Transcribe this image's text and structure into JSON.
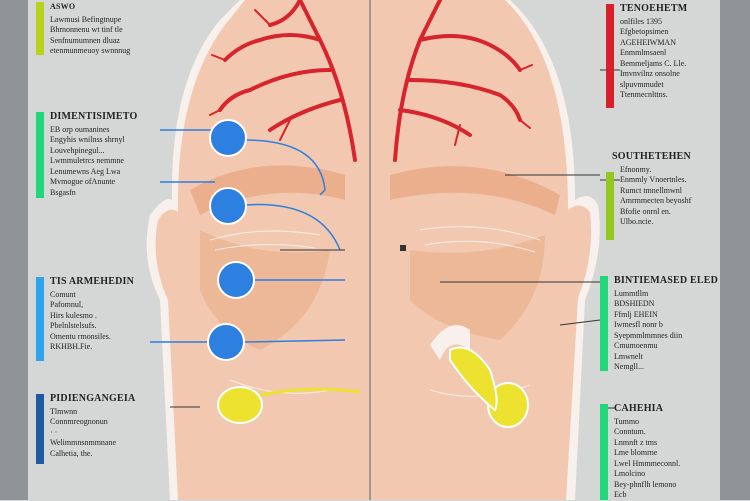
{
  "colors": {
    "skin": "#f2c9b0",
    "skin_dark": "#e6a47f",
    "vein": "#d8242c",
    "nerve_blue": "#2d7fe0",
    "yellow": "#ece22f",
    "panel": "#d5d7d7",
    "strip": "#8f9596"
  },
  "left_blocks": [
    {
      "heading": "ASWO",
      "lines": [
        "Lawmusi Befingtnupe",
        "Bhrnonnenu wt tinf tle",
        "Senfnumumnen dluaz",
        "etenmunmeuoy swnnnug"
      ],
      "color": "#b8d21e"
    },
    {
      "heading": "DIMENTISIMETO",
      "lines": [
        "EB orp oumanines",
        "Engyhis wnilnss shrnyl",
        "Louvehpinegul...",
        "Lwmmuletrcs nemmne",
        "Lenumewns Aeg Lwa",
        "Mvmogue  ofAnunte",
        "Bsgasfn"
      ],
      "color": "#22d67a"
    },
    {
      "heading": "TIS  ARMEHEDIN",
      "lines": [
        "Comunt",
        "Pafomnul,",
        "Hirs kulesmo .",
        "Pbelnlstelsufs.",
        "Omentu rmonsiles.",
        "RKHBH.Fie."
      ],
      "color": "#2ea4ec"
    },
    {
      "heading": "PIDIENGANGEIA",
      "lines": [
        "Tlmwnn",
        "Connmreognonun",
        "  · ·",
        "Welimmnsnmmnane",
        "Calhetia, the."
      ],
      "color": "#1e5aa0"
    }
  ],
  "right_blocks": [
    {
      "heading": "TENOEHETM",
      "lines": [
        "onlfiles 1395",
        "Efgbetopsimen",
        "AGEHEIWMAN",
        "Enmmlmsaenl",
        "Bemmeljams C. Lle.",
        "Imvnvilnz onsolne",
        "slpuvmmudet",
        "Ttenmecnlttns."
      ],
      "color": "#d91f2a"
    },
    {
      "heading": "SOUTHETEHEN",
      "lines": [
        "Efnonmy.",
        "Enmmly Vnoertnles.",
        "Rumct tmnellmwnl",
        "Amrmmecten beyoshf",
        "Bfofie onrnl en.",
        "Ulbo.ncie."
      ],
      "color": "#93c81e"
    },
    {
      "heading": "BINTIEMASED ELED",
      "lines": [
        "Lummtllm",
        "BDSHIEDN",
        "Ffmlj EHEIN",
        "Iwmesfl  nonr b",
        "Syepmmlmmnes diin",
        "Cmumoenmu",
        "Lmwnelt",
        "Nemgll..."
      ],
      "color": "#22d67a"
    },
    {
      "heading": "CAHEHIA",
      "lines": [
        "Tummo",
        "Conntum.",
        "Lnmnft z tms",
        "Lme blomrne",
        "Lwel Hmmmeconnl.",
        "Lmolcino",
        "Bey-phnflh lemono",
        "Ecb"
      ],
      "color": "#22d67a"
    }
  ]
}
